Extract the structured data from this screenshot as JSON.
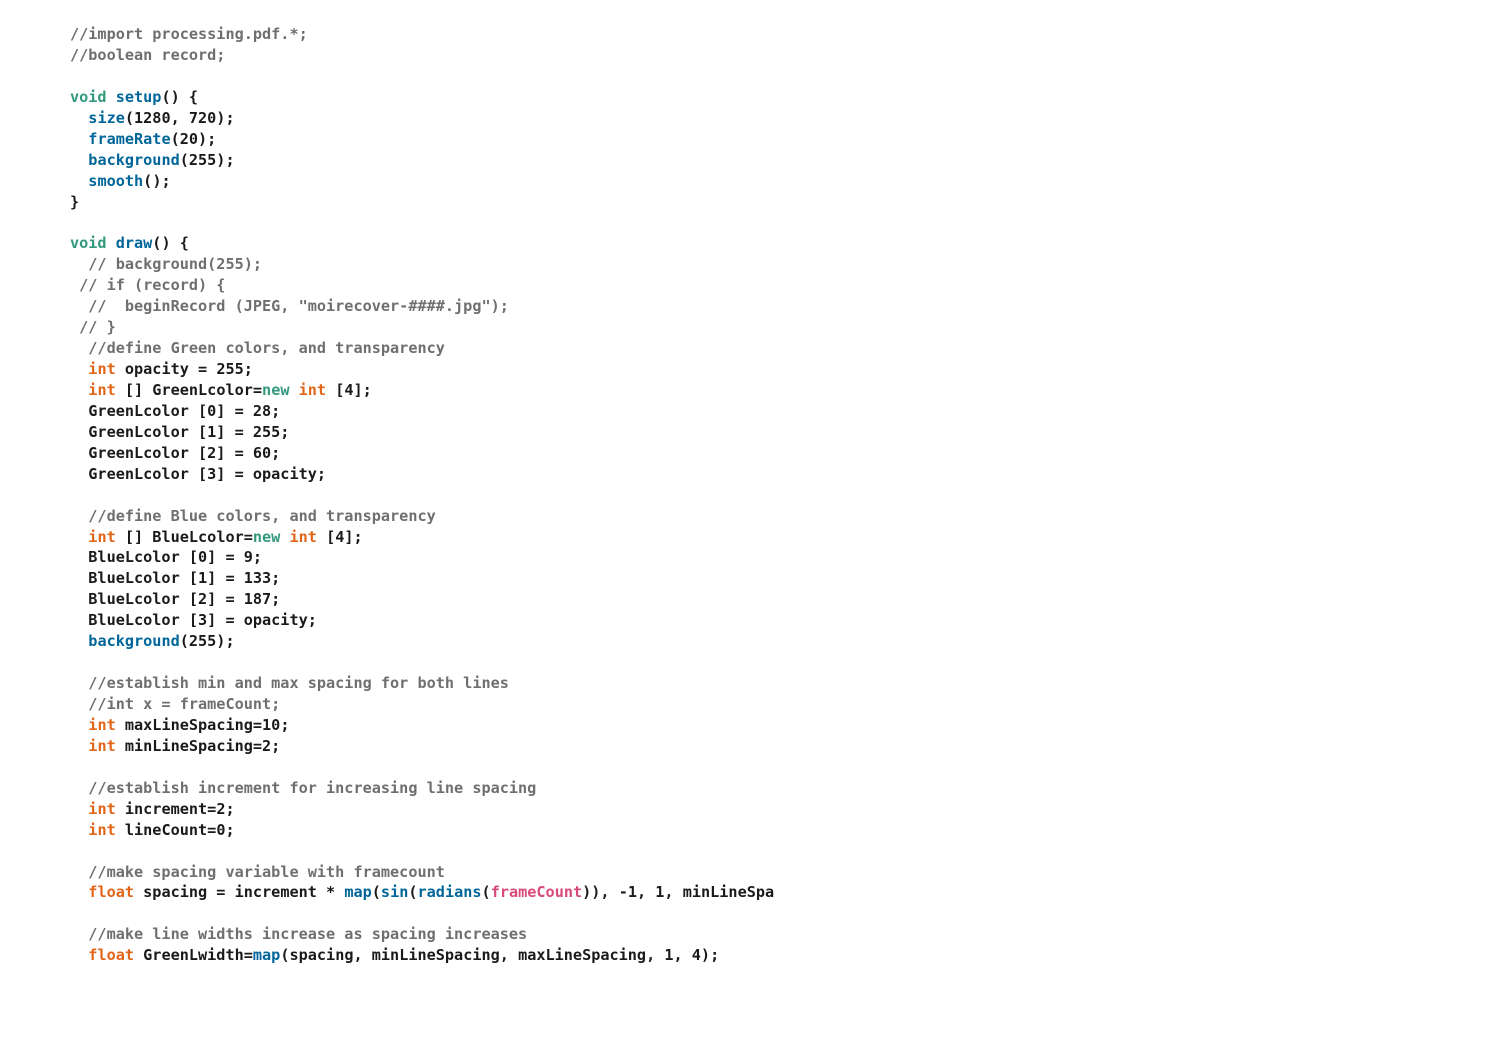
{
  "colors": {
    "comment": "#6f6f6f",
    "keyword": "#33997e",
    "function": "#006699",
    "type": "#e2661a",
    "builtin_var": "#d94a7a",
    "plain": "#1a1a1a"
  },
  "code": {
    "lines": [
      [
        {
          "t": "//import processing.pdf.*;",
          "k": "c"
        }
      ],
      [
        {
          "t": "//boolean record;",
          "k": "c"
        }
      ],
      [],
      [
        {
          "t": "void ",
          "k": "kw"
        },
        {
          "t": "setup",
          "k": "fn"
        },
        {
          "t": "() {",
          "k": "p"
        }
      ],
      [
        {
          "t": "  ",
          "k": "p"
        },
        {
          "t": "size",
          "k": "fn"
        },
        {
          "t": "(1280, 720);",
          "k": "p"
        }
      ],
      [
        {
          "t": "  ",
          "k": "p"
        },
        {
          "t": "frameRate",
          "k": "fn"
        },
        {
          "t": "(20);",
          "k": "p"
        }
      ],
      [
        {
          "t": "  ",
          "k": "p"
        },
        {
          "t": "background",
          "k": "fn"
        },
        {
          "t": "(255);",
          "k": "p"
        }
      ],
      [
        {
          "t": "  ",
          "k": "p"
        },
        {
          "t": "smooth",
          "k": "fn"
        },
        {
          "t": "();",
          "k": "p"
        }
      ],
      [
        {
          "t": "}",
          "k": "p"
        }
      ],
      [],
      [
        {
          "t": "void ",
          "k": "kw"
        },
        {
          "t": "draw",
          "k": "fn"
        },
        {
          "t": "() {",
          "k": "p"
        }
      ],
      [
        {
          "t": "  // background(255);",
          "k": "c"
        }
      ],
      [
        {
          "t": " // if (record) {",
          "k": "c"
        }
      ],
      [
        {
          "t": "  //  beginRecord (JPEG, \"moirecover-####.jpg\");",
          "k": "c"
        }
      ],
      [
        {
          "t": " // }",
          "k": "c"
        }
      ],
      [
        {
          "t": "  //define Green colors, and transparency",
          "k": "c"
        }
      ],
      [
        {
          "t": "  ",
          "k": "p"
        },
        {
          "t": "int",
          "k": "ty"
        },
        {
          "t": " opacity = 255;",
          "k": "p"
        }
      ],
      [
        {
          "t": "  ",
          "k": "p"
        },
        {
          "t": "int",
          "k": "ty"
        },
        {
          "t": " [] GreenLcolor=",
          "k": "p"
        },
        {
          "t": "new",
          "k": "kw"
        },
        {
          "t": " ",
          "k": "p"
        },
        {
          "t": "int",
          "k": "ty"
        },
        {
          "t": " [4];",
          "k": "p"
        }
      ],
      [
        {
          "t": "  GreenLcolor [0] = 28;",
          "k": "p"
        }
      ],
      [
        {
          "t": "  GreenLcolor [1] = 255;",
          "k": "p"
        }
      ],
      [
        {
          "t": "  GreenLcolor [2] = 60;",
          "k": "p"
        }
      ],
      [
        {
          "t": "  GreenLcolor [3] = opacity;",
          "k": "p"
        }
      ],
      [],
      [
        {
          "t": "  //define Blue colors, and transparency",
          "k": "c"
        }
      ],
      [
        {
          "t": "  ",
          "k": "p"
        },
        {
          "t": "int",
          "k": "ty"
        },
        {
          "t": " [] BlueLcolor=",
          "k": "p"
        },
        {
          "t": "new",
          "k": "kw"
        },
        {
          "t": " ",
          "k": "p"
        },
        {
          "t": "int",
          "k": "ty"
        },
        {
          "t": " [4];",
          "k": "p"
        }
      ],
      [
        {
          "t": "  BlueLcolor [0] = 9;",
          "k": "p"
        }
      ],
      [
        {
          "t": "  BlueLcolor [1] = 133;",
          "k": "p"
        }
      ],
      [
        {
          "t": "  BlueLcolor [2] = 187;",
          "k": "p"
        }
      ],
      [
        {
          "t": "  BlueLcolor [3] = opacity;",
          "k": "p"
        }
      ],
      [
        {
          "t": "  ",
          "k": "p"
        },
        {
          "t": "background",
          "k": "fn"
        },
        {
          "t": "(255);",
          "k": "p"
        }
      ],
      [],
      [
        {
          "t": "  //establish min and max spacing for both lines",
          "k": "c"
        }
      ],
      [
        {
          "t": "  //int x = frameCount;",
          "k": "c"
        }
      ],
      [
        {
          "t": "  ",
          "k": "p"
        },
        {
          "t": "int",
          "k": "ty"
        },
        {
          "t": " maxLineSpacing=10;",
          "k": "p"
        }
      ],
      [
        {
          "t": "  ",
          "k": "p"
        },
        {
          "t": "int",
          "k": "ty"
        },
        {
          "t": " minLineSpacing=2;",
          "k": "p"
        }
      ],
      [],
      [
        {
          "t": "  //establish increment for increasing line spacing",
          "k": "c"
        }
      ],
      [
        {
          "t": "  ",
          "k": "p"
        },
        {
          "t": "int",
          "k": "ty"
        },
        {
          "t": " increment=2;",
          "k": "p"
        }
      ],
      [
        {
          "t": "  ",
          "k": "p"
        },
        {
          "t": "int",
          "k": "ty"
        },
        {
          "t": " lineCount=0;",
          "k": "p"
        }
      ],
      [],
      [
        {
          "t": "  //make spacing variable with framecount",
          "k": "c"
        }
      ],
      [
        {
          "t": "  ",
          "k": "p"
        },
        {
          "t": "float",
          "k": "ty"
        },
        {
          "t": " spacing = increment * ",
          "k": "p"
        },
        {
          "t": "map",
          "k": "fn"
        },
        {
          "t": "(",
          "k": "p"
        },
        {
          "t": "sin",
          "k": "fn"
        },
        {
          "t": "(",
          "k": "p"
        },
        {
          "t": "radians",
          "k": "fn"
        },
        {
          "t": "(",
          "k": "p"
        },
        {
          "t": "frameCount",
          "k": "v"
        },
        {
          "t": ")), -1, 1, minLineSpa",
          "k": "p"
        }
      ],
      [],
      [
        {
          "t": "  //make line widths increase as spacing increases",
          "k": "c"
        }
      ],
      [
        {
          "t": "  ",
          "k": "p"
        },
        {
          "t": "float",
          "k": "ty"
        },
        {
          "t": " GreenLwidth=",
          "k": "p"
        },
        {
          "t": "map",
          "k": "fn"
        },
        {
          "t": "(spacing, minLineSpacing, maxLineSpacing, 1, 4);",
          "k": "p"
        }
      ]
    ]
  }
}
